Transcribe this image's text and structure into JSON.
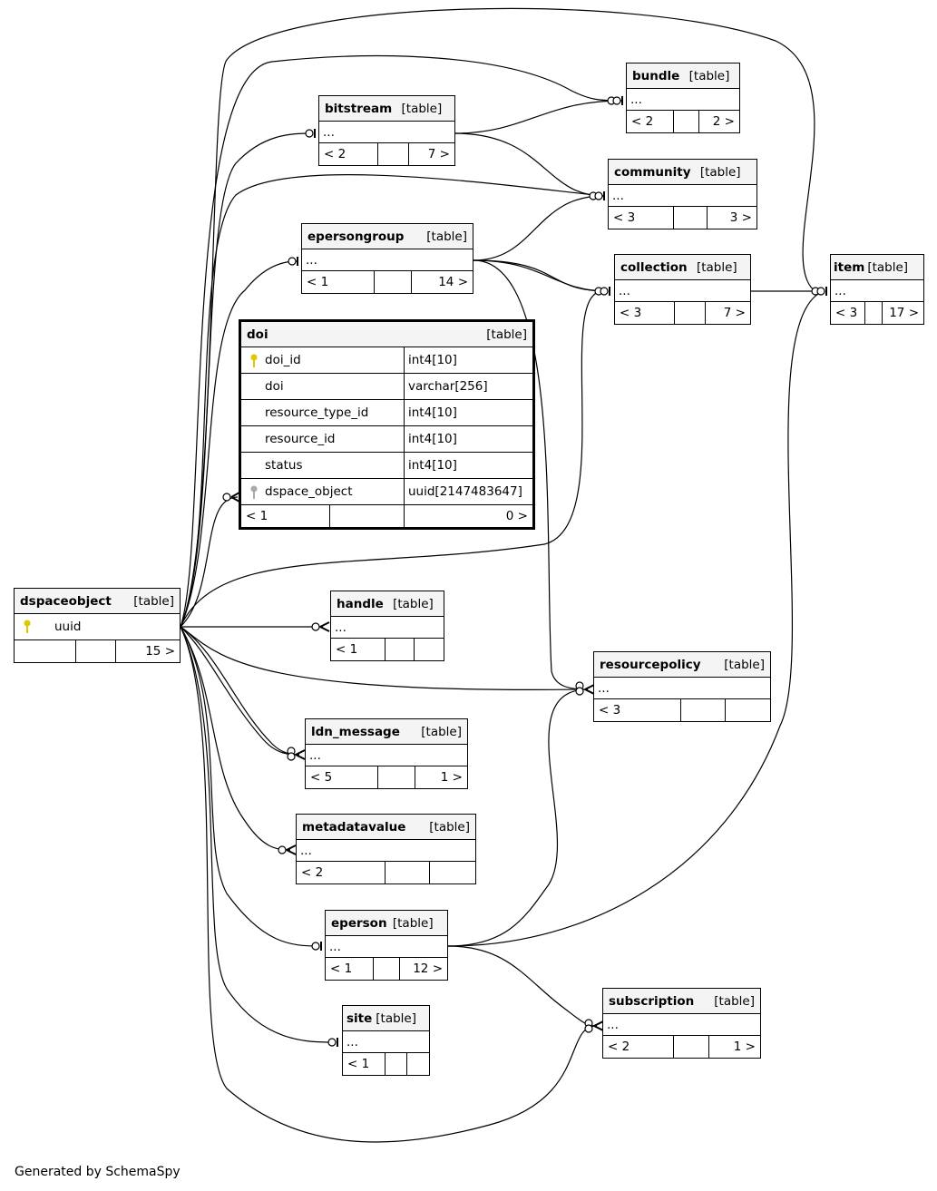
{
  "tables": {
    "bundle": {
      "name": "bundle",
      "type": "[table]",
      "row": "...",
      "left": "< 2",
      "right": "2 >"
    },
    "bitstream": {
      "name": "bitstream",
      "type": "[table]",
      "row": "...",
      "left": "< 2",
      "right": "7 >"
    },
    "community": {
      "name": "community",
      "type": "[table]",
      "row": "...",
      "left": "< 3",
      "right": "3 >"
    },
    "epersongroup": {
      "name": "epersongroup",
      "type": "[table]",
      "row": "...",
      "left": "< 1",
      "right": "14 >"
    },
    "collection": {
      "name": "collection",
      "type": "[table]",
      "row": "...",
      "left": "< 3",
      "right": "7 >"
    },
    "item": {
      "name": "item",
      "type": "[table]",
      "row": "...",
      "left": "< 3",
      "right": "17 >"
    },
    "dspaceobject": {
      "name": "dspaceobject",
      "type": "[table]",
      "key_column": "uuid",
      "left": "",
      "right": "15 >"
    },
    "handle": {
      "name": "handle",
      "type": "[table]",
      "row": "...",
      "left": "< 1",
      "right": ""
    },
    "resourcepolicy": {
      "name": "resourcepolicy",
      "type": "[table]",
      "row": "...",
      "left": "< 3",
      "right": ""
    },
    "ldn_message": {
      "name": "ldn_message",
      "type": "[table]",
      "row": "...",
      "left": "< 5",
      "right": "1 >"
    },
    "metadatavalue": {
      "name": "metadatavalue",
      "type": "[table]",
      "row": "...",
      "left": "< 2",
      "right": ""
    },
    "eperson": {
      "name": "eperson",
      "type": "[table]",
      "row": "...",
      "left": "< 1",
      "right": "12 >"
    },
    "subscription": {
      "name": "subscription",
      "type": "[table]",
      "row": "...",
      "left": "< 2",
      "right": "1 >"
    },
    "site": {
      "name": "site",
      "type": "[table]",
      "row": "...",
      "left": "< 1",
      "right": ""
    }
  },
  "doi": {
    "name": "doi",
    "type": "[table]",
    "columns": [
      {
        "name": "doi_id",
        "type": "int4[10]",
        "key": "primary"
      },
      {
        "name": "doi",
        "type": "varchar[256]",
        "key": ""
      },
      {
        "name": "resource_type_id",
        "type": "int4[10]",
        "key": ""
      },
      {
        "name": "resource_id",
        "type": "int4[10]",
        "key": ""
      },
      {
        "name": "status",
        "type": "int4[10]",
        "key": ""
      },
      {
        "name": "dspace_object",
        "type": "uuid[2147483647]",
        "key": "foreign"
      }
    ],
    "left": "< 1",
    "right": "0 >"
  },
  "colors": {
    "primary_key": "#e0c800",
    "foreign_key": "#aaaaaa",
    "header_bg": "#f4f4f4"
  },
  "footer": "Generated by SchemaSpy"
}
